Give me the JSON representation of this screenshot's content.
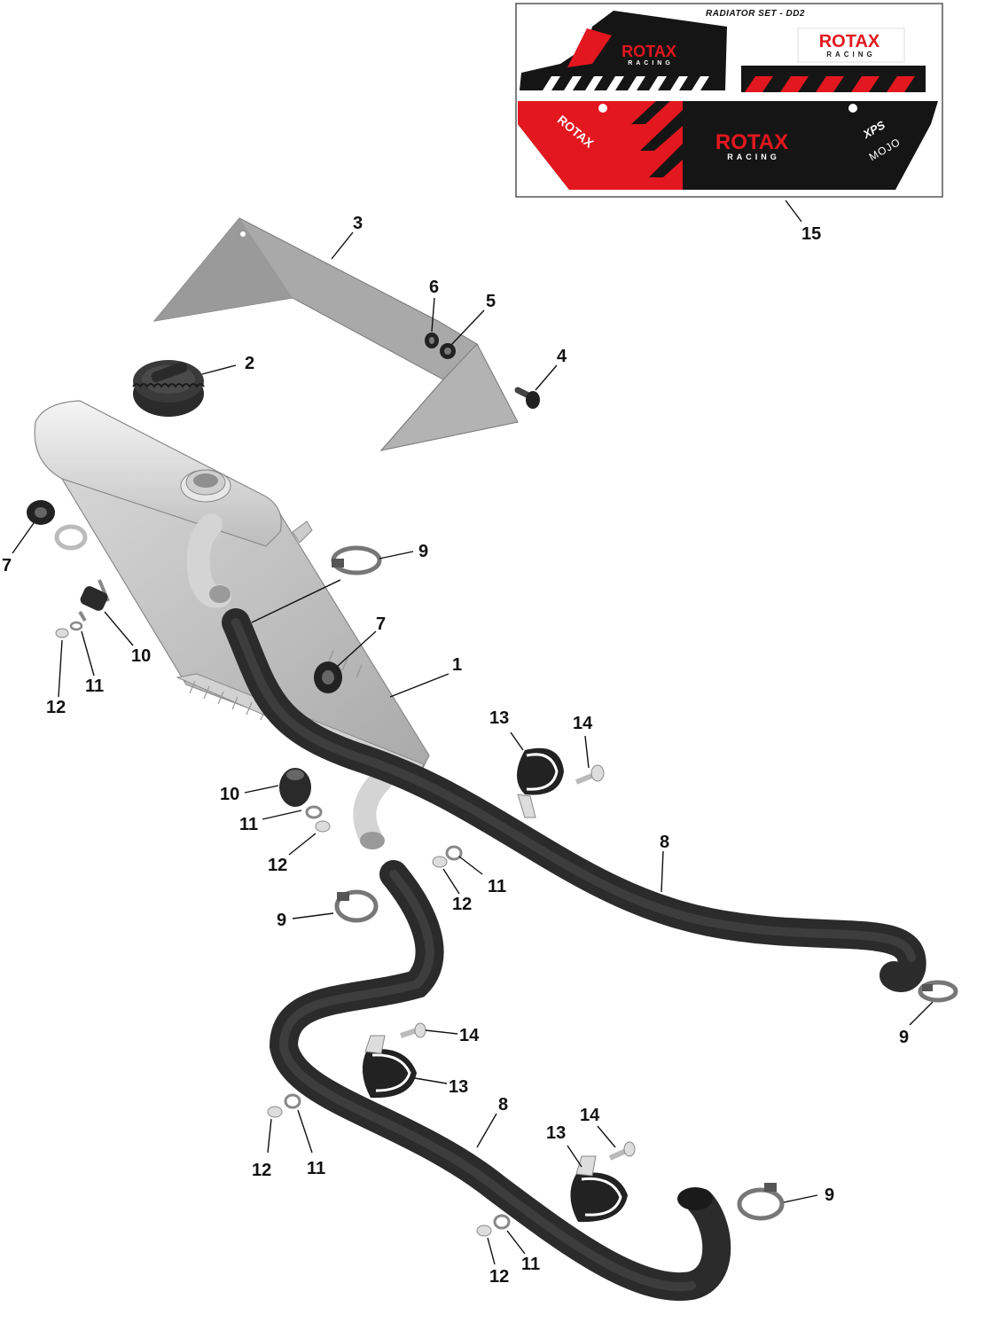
{
  "decal_sheet": {
    "title": "RADIATOR SET - DD2",
    "brand": "ROTAX",
    "brand_sub": "RACING",
    "model_a": "XPS",
    "model_b": "MOJO"
  },
  "callouts": [
    {
      "id": "c1",
      "label": "1"
    },
    {
      "id": "c2",
      "label": "2"
    },
    {
      "id": "c3",
      "label": "3"
    },
    {
      "id": "c4",
      "label": "4"
    },
    {
      "id": "c5",
      "label": "5"
    },
    {
      "id": "c6",
      "label": "6"
    },
    {
      "id": "c7a",
      "label": "7"
    },
    {
      "id": "c7b",
      "label": "7"
    },
    {
      "id": "c8a",
      "label": "8"
    },
    {
      "id": "c8b",
      "label": "8"
    },
    {
      "id": "c9a",
      "label": "9"
    },
    {
      "id": "c9b",
      "label": "9"
    },
    {
      "id": "c9c",
      "label": "9"
    },
    {
      "id": "c9d",
      "label": "9"
    },
    {
      "id": "c10a",
      "label": "10"
    },
    {
      "id": "c10b",
      "label": "10"
    },
    {
      "id": "c11a",
      "label": "11"
    },
    {
      "id": "c11b",
      "label": "11"
    },
    {
      "id": "c11c",
      "label": "11"
    },
    {
      "id": "c11d",
      "label": "11"
    },
    {
      "id": "c11e",
      "label": "11"
    },
    {
      "id": "c12a",
      "label": "12"
    },
    {
      "id": "c12b",
      "label": "12"
    },
    {
      "id": "c12c",
      "label": "12"
    },
    {
      "id": "c12d",
      "label": "12"
    },
    {
      "id": "c12e",
      "label": "12"
    },
    {
      "id": "c13a",
      "label": "13"
    },
    {
      "id": "c13b",
      "label": "13"
    },
    {
      "id": "c13c",
      "label": "13"
    },
    {
      "id": "c14a",
      "label": "14"
    },
    {
      "id": "c14b",
      "label": "14"
    },
    {
      "id": "c14c",
      "label": "14"
    },
    {
      "id": "c15",
      "label": "15"
    }
  ]
}
